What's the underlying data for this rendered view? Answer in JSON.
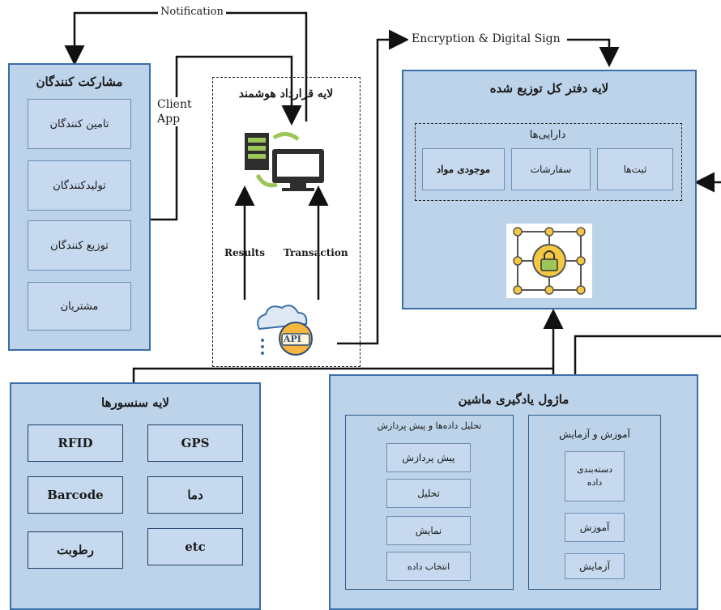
{
  "participants": {
    "title": "مشارکت کنندگان",
    "items": [
      "تامین کنندگان",
      "تولیدکنندگان",
      "توزیع کنندگان",
      "مشتریان"
    ]
  },
  "smart_contract": {
    "title": "لایه قرارداد هوشمند",
    "results_label": "Results",
    "transaction_label": "Transaction",
    "api_label": "API"
  },
  "ledger": {
    "title": "لایه دفتر کل توزیع شده",
    "assets_title": "دارایی‌ها",
    "assets": [
      "موجودی مواد",
      "سفارشات",
      "ثبت‌ها"
    ]
  },
  "sensors": {
    "title": "لایه سنسورها",
    "items": [
      "RFID",
      "GPS",
      "Barcode",
      "دما",
      "رطوبت",
      "etc"
    ]
  },
  "ml": {
    "title": "ماژول یادگیری ماشین",
    "analysis": {
      "title": "تحلیل داده‌ها و پیش پردازش",
      "items": [
        "پیش پردازش",
        "تحلیل",
        "نمایش",
        "انتخاب داده"
      ]
    },
    "training": {
      "title": "آموزش و آزمایش",
      "items": [
        "دسته‌بندی داده",
        "آموزش",
        "آزمایش"
      ]
    }
  },
  "edges": {
    "notification": "Notification",
    "client_app": "Client App",
    "encryption": "Encryption & Digital Sign"
  },
  "colors": {
    "panel_fill": "#bcd3ea",
    "panel_border": "#3a6ea5",
    "box_fill": "#c6d9ee"
  }
}
